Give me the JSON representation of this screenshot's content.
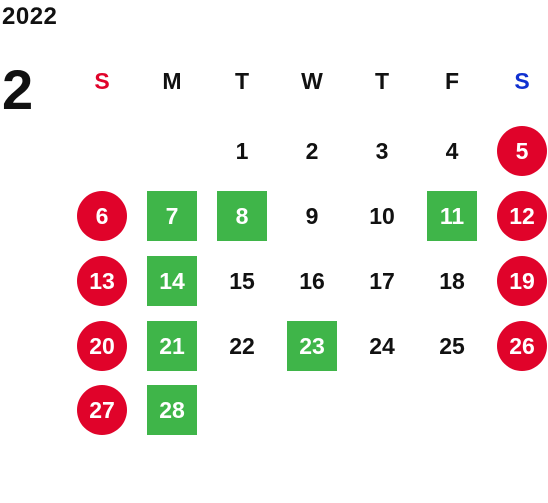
{
  "calendar": {
    "year": "2022",
    "month": "2",
    "weekdays": [
      {
        "label": "S",
        "color": "#e0032a"
      },
      {
        "label": "M",
        "color": "#111111"
      },
      {
        "label": "T",
        "color": "#111111"
      },
      {
        "label": "W",
        "color": "#111111"
      },
      {
        "label": "T",
        "color": "#111111"
      },
      {
        "label": "F",
        "color": "#111111"
      },
      {
        "label": "S",
        "color": "#1030d0"
      }
    ],
    "colors": {
      "holiday": "#e0032a",
      "marked": "#3fb549",
      "sunday_label": "#e0032a",
      "saturday_label": "#1030d0"
    },
    "weeks": [
      [
        {
          "day": ""
        },
        {
          "day": ""
        },
        {
          "day": "1"
        },
        {
          "day": "2"
        },
        {
          "day": "3"
        },
        {
          "day": "4"
        },
        {
          "day": "5",
          "style": "holiday"
        }
      ],
      [
        {
          "day": "6",
          "style": "holiday"
        },
        {
          "day": "7",
          "style": "marked"
        },
        {
          "day": "8",
          "style": "marked"
        },
        {
          "day": "9"
        },
        {
          "day": "10"
        },
        {
          "day": "11",
          "style": "marked"
        },
        {
          "day": "12",
          "style": "holiday"
        }
      ],
      [
        {
          "day": "13",
          "style": "holiday"
        },
        {
          "day": "14",
          "style": "marked"
        },
        {
          "day": "15"
        },
        {
          "day": "16"
        },
        {
          "day": "17"
        },
        {
          "day": "18"
        },
        {
          "day": "19",
          "style": "holiday"
        }
      ],
      [
        {
          "day": "20",
          "style": "holiday"
        },
        {
          "day": "21",
          "style": "marked"
        },
        {
          "day": "22"
        },
        {
          "day": "23",
          "style": "marked"
        },
        {
          "day": "24"
        },
        {
          "day": "25"
        },
        {
          "day": "26",
          "style": "holiday"
        }
      ],
      [
        {
          "day": "27",
          "style": "holiday"
        },
        {
          "day": "28",
          "style": "marked"
        },
        {
          "day": ""
        },
        {
          "day": ""
        },
        {
          "day": ""
        },
        {
          "day": ""
        },
        {
          "day": ""
        }
      ]
    ]
  }
}
